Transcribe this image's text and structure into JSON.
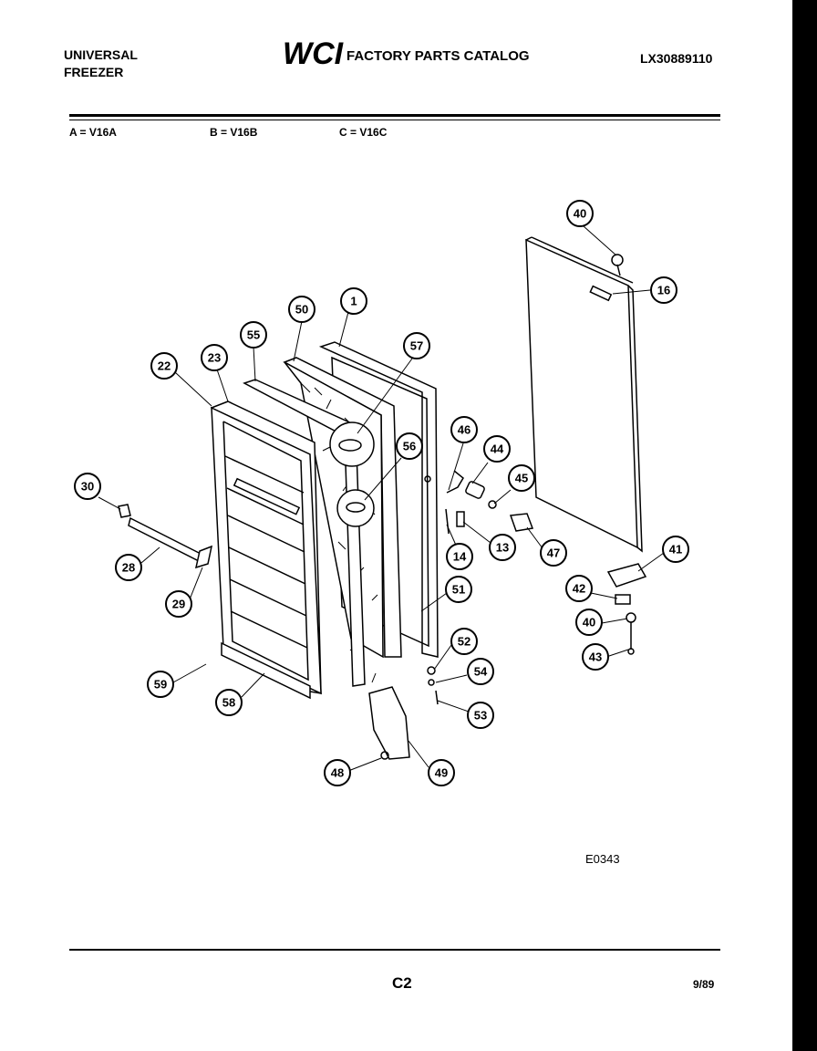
{
  "header": {
    "brand_line1": "UNIVERSAL",
    "brand_line2": "FREEZER",
    "logo_text": "WCI",
    "catalog_title": "FACTORY PARTS CATALOG",
    "catalog_number": "LX30889110"
  },
  "models": [
    {
      "label": "A = V16A"
    },
    {
      "label": "B = V16B"
    },
    {
      "label": "C = V16C"
    }
  ],
  "callouts": [
    "40",
    "16",
    "1",
    "50",
    "55",
    "57",
    "23",
    "22",
    "46",
    "44",
    "56",
    "45",
    "30",
    "14",
    "13",
    "47",
    "41",
    "28",
    "29",
    "42",
    "51",
    "40",
    "52",
    "43",
    "54",
    "59",
    "58",
    "53",
    "48",
    "49"
  ],
  "footer": {
    "drawing_code": "E0343",
    "page_number": "C2",
    "print_date": "9/89"
  }
}
